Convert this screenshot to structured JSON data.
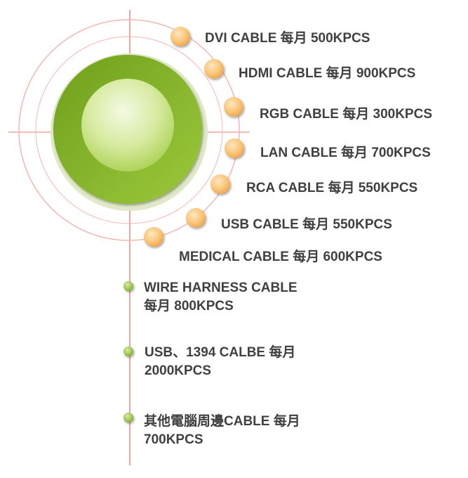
{
  "colors": {
    "guide_line": "#f0a6a0",
    "ring": "#f2b7b0",
    "outer_disc": "#7dae25",
    "orange_bullet": "#f7bd6a",
    "green_bullet": "#94c13d",
    "text": "#404040"
  },
  "capacity_items": [
    {
      "text": "DVI CABLE 每月 500KPCS"
    },
    {
      "text": "HDMI CABLE 每月 900KPCS"
    },
    {
      "text": "RGB CABLE 每月 300KPCS"
    },
    {
      "text": "LAN CABLE 每月 700KPCS"
    },
    {
      "text": "RCA CABLE 每月 550KPCS"
    },
    {
      "text": "USB CABLE 每月 550KPCS"
    },
    {
      "text": "MEDICAL CABLE 每月 600KPCS"
    }
  ],
  "extra_items": [
    {
      "line1": "WIRE HARNESS CABLE",
      "line2": "每月 800KPCS"
    },
    {
      "line1": "USB、1394 CALBE 每月",
      "line2": "2000KPCS"
    },
    {
      "line1": "其他電腦周邊CABLE 每月",
      "line2": "700KPCS"
    }
  ]
}
